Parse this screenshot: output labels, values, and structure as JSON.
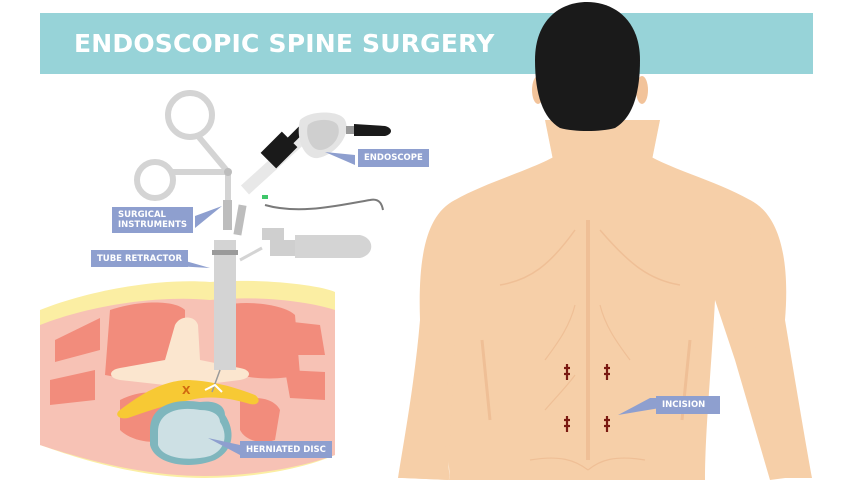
{
  "title": "ENDOSCOPIC SPINE SURGERY",
  "labels": {
    "endoscope": "ENDOSCOPE",
    "surgical_instruments_line1": "SURGICAL",
    "surgical_instruments_line2": "INSTRUMENTS",
    "tube_retractor": "TUBE RETRACTOR",
    "herniated_disc": "HERNIATED DISC",
    "incision": "INCISION"
  },
  "colors": {
    "banner": "#97d3d8",
    "label_bg": "#8e9fcf",
    "skin": "#f6cfa8",
    "hair": "#1a1a1a",
    "muscle": "#f28c7c",
    "fat": "#fbeea3",
    "nerve": "#f7c934",
    "disc": "#cde0e4",
    "instrument": "#d4d4d4",
    "incision": "#7a1a12"
  }
}
